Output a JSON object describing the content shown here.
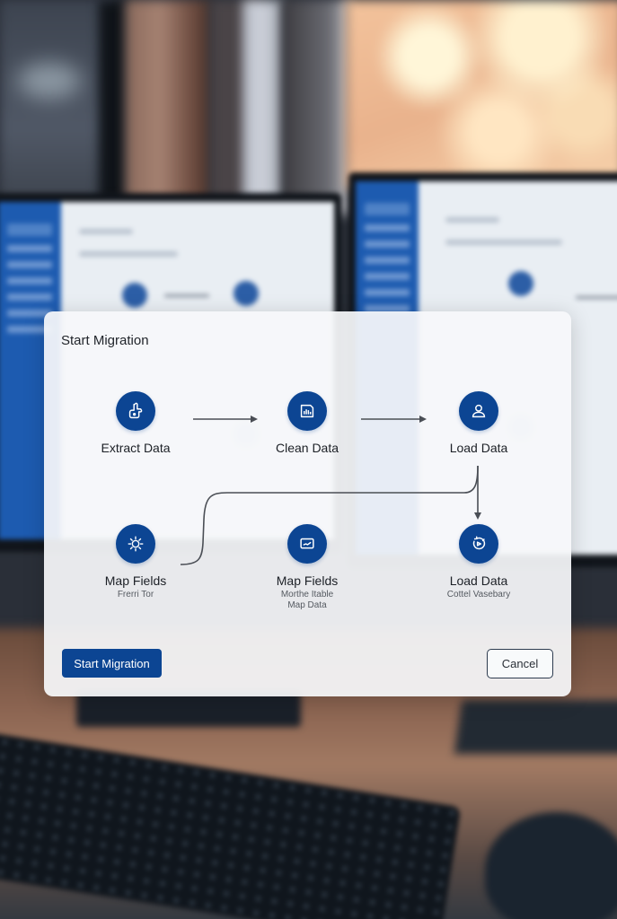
{
  "dialog": {
    "title": "Start Migration",
    "steps": [
      {
        "id": "extract",
        "label": "Extract Data",
        "sub": "",
        "icon": "hand-pointer-icon"
      },
      {
        "id": "clean",
        "label": "Clean Data",
        "sub": "",
        "icon": "bar-chart-icon"
      },
      {
        "id": "load",
        "label": "Load Data",
        "sub": "",
        "icon": "user-icon"
      },
      {
        "id": "map-fields-1",
        "label": "Map Fields",
        "sub": "Frerri Tor",
        "icon": "gear-icon"
      },
      {
        "id": "map-fields-2",
        "label": "Map Fields",
        "sub": "Morthe Itable\nMap Data",
        "sub_line1": "Morthe Itable",
        "sub_line2": "Map Data",
        "icon": "monitor-chart-icon"
      },
      {
        "id": "load-2",
        "label": "Load Data",
        "sub": "Cottel Vasebary",
        "icon": "refresh-icon"
      }
    ],
    "buttons": {
      "primary": "Start Migration",
      "secondary": "Cancel"
    }
  },
  "colors": {
    "accent": "#0c4593",
    "dialog_bg": "#f6f8fa",
    "text": "#1c2026",
    "connector": "#4a4e55"
  }
}
